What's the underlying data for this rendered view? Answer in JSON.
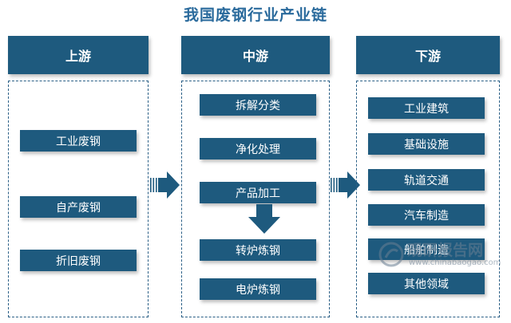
{
  "title": "我国废钢行业产业链",
  "columns": [
    {
      "header": "上游",
      "items": [
        "工业废钢",
        "自产废钢",
        "折旧废钢"
      ]
    },
    {
      "header": "中游",
      "items": [
        "拆解分类",
        "净化处理",
        "产品加工",
        "转炉炼钢",
        "电炉炼钢"
      ]
    },
    {
      "header": "下游",
      "items": [
        "工业建筑",
        "基础设施",
        "轨道交通",
        "汽车制造",
        "船舶制造",
        "其他领域"
      ]
    }
  ],
  "watermark": {
    "text": "观研报告网",
    "subtext": "www.chinabaogao.com"
  },
  "colors": {
    "accent": "#1e5a7e",
    "title": "#2a6a9c",
    "border": "#2a5f86"
  },
  "icons": [
    "right-arrow-icon",
    "down-arrow-icon"
  ]
}
